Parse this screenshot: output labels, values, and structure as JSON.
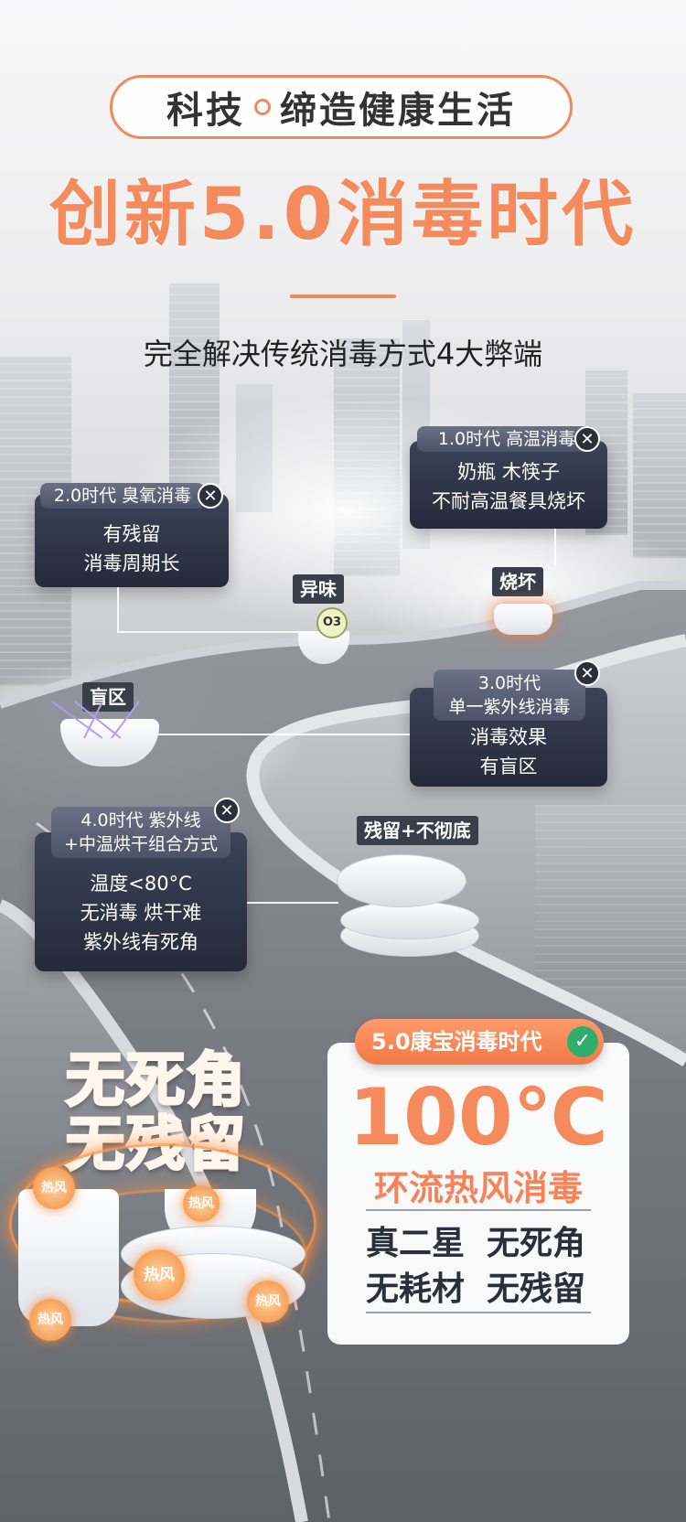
{
  "header": {
    "pill_left": "科技",
    "pill_right": "缔造健康生活",
    "headline": "创新5.0消毒时代",
    "subline": "完全解决传统消毒方式4大弊端"
  },
  "eras": {
    "era1": {
      "tag": "1.0时代 高温消毒",
      "line1": "奶瓶 木筷子",
      "line2": "不耐高温餐具烧坏",
      "label": "烧坏"
    },
    "era2": {
      "tag": "2.0时代 臭氧消毒",
      "line1": "有残留",
      "line2": "消毒周期长",
      "label": "异味",
      "o3": "O3"
    },
    "era3": {
      "tag_line1": "3.0时代",
      "tag_line2": "单一紫外线消毒",
      "line1": "消毒效果",
      "line2": "有盲区",
      "label": "盲区"
    },
    "era4": {
      "tag_line1": "4.0时代 紫外线",
      "tag_line2": "+中温烘干组合方式",
      "line1": "温度<80°C",
      "line2": "无消毒 烘干难",
      "line3": "紫外线有死角",
      "label": "残留+不彻底"
    }
  },
  "bottom": {
    "slogan1": "无死角",
    "slogan2": "无残留",
    "hot_labels": [
      "热风",
      "热风",
      "热风",
      "热风",
      "热风"
    ],
    "panel_tag": "5.0康宝消毒时代",
    "temp": "100℃",
    "method": "环流热风消毒",
    "feature1a": "真二星",
    "feature1b": "无死角",
    "feature2a": "无耗材",
    "feature2b": "无残留"
  },
  "colors": {
    "accent": "#f58a5c",
    "card": "#2b3142",
    "check": "#2fae6a"
  },
  "icons": {
    "close": "close-icon",
    "check": "check-icon"
  }
}
